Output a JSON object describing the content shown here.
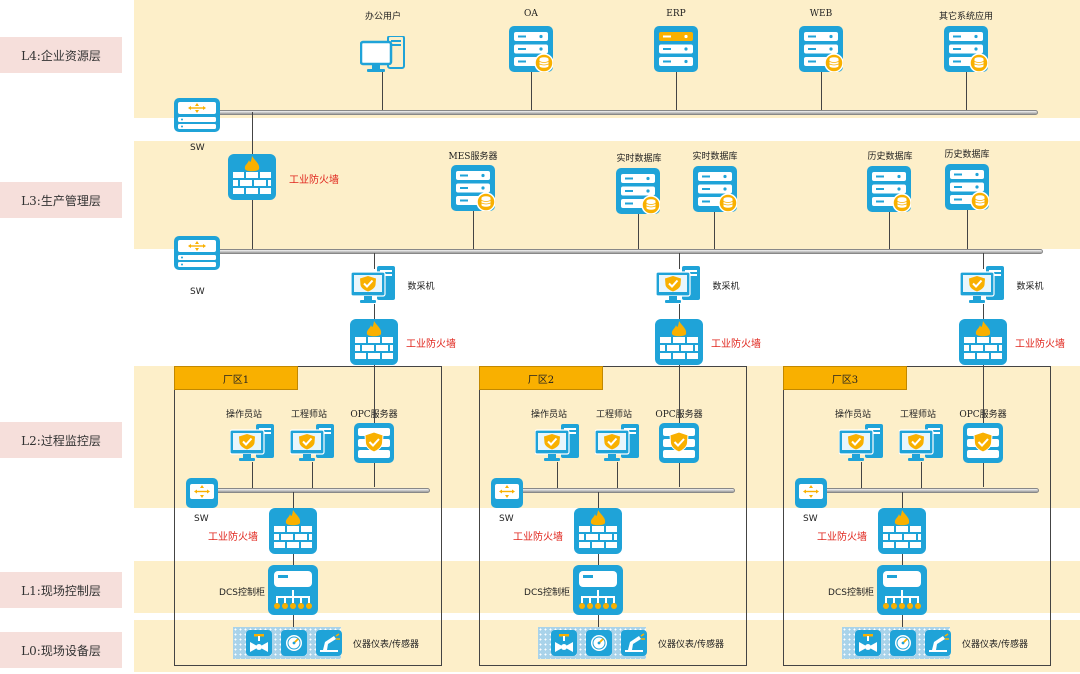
{
  "layers": {
    "l4": "L4:企业资源层",
    "l3": "L3:生产管理层",
    "l2": "L2:过程监控层",
    "l1": "L1:现场控制层",
    "l0": "L0:现场设备层"
  },
  "l4": {
    "office_users": "办公用户",
    "oa": "OA",
    "erp": "ERP",
    "web": "WEB",
    "other_apps": "其它系统应用"
  },
  "l3": {
    "mes_server": "MES服务器",
    "realtime_db_1": "实时数据库",
    "realtime_db_2": "实时数据库",
    "history_db_1": "历史数据库",
    "history_db_2": "历史数据库"
  },
  "common": {
    "sw": "SW",
    "firewall": "工业防火墙",
    "collector": "数采机",
    "operator_station": "操作员站",
    "engineer_station": "工程师站",
    "opc_server": "OPC服务器",
    "dcs_cabinet": "DCS控制柜",
    "instruments": "仪器仪表/传感器"
  },
  "plants": {
    "p1": "厂区1",
    "p2": "厂区2",
    "p3": "厂区3"
  },
  "colors": {
    "band": "#fdefc9",
    "icon_blue": "#1fa3d8",
    "accent_orange": "#f9b000",
    "firewall_text": "#e0251c"
  }
}
